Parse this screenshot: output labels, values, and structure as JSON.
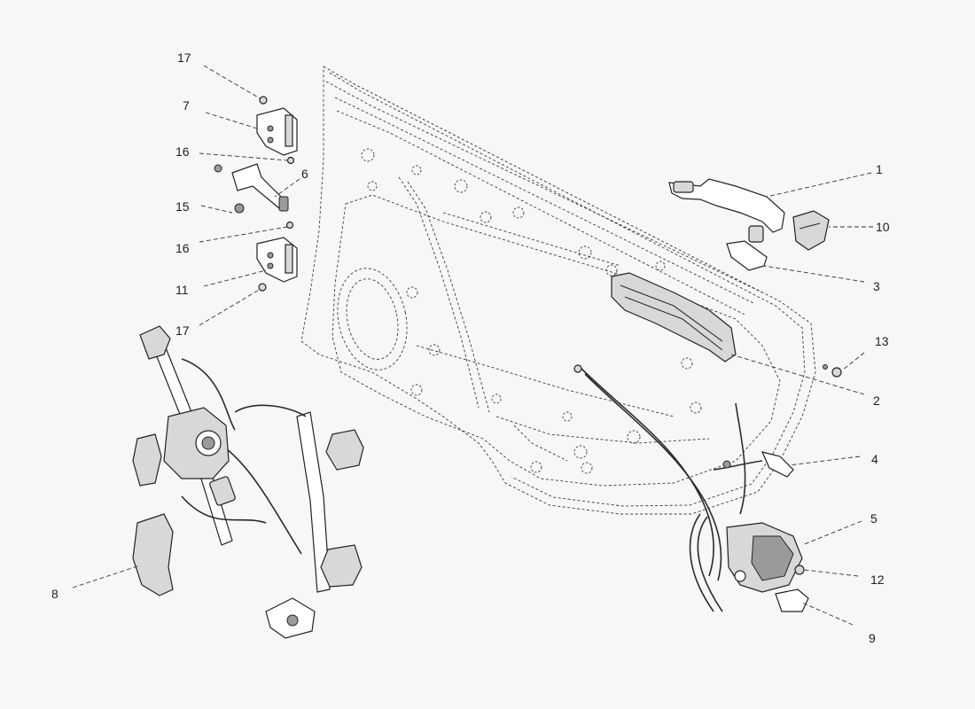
{
  "callouts": [
    {
      "id": "1",
      "text": "1"
    },
    {
      "id": "2",
      "text": "2"
    },
    {
      "id": "3",
      "text": "3"
    },
    {
      "id": "4",
      "text": "4"
    },
    {
      "id": "5",
      "text": "5"
    },
    {
      "id": "6",
      "text": "6"
    },
    {
      "id": "7",
      "text": "7"
    },
    {
      "id": "8",
      "text": "8"
    },
    {
      "id": "9",
      "text": "9"
    },
    {
      "id": "10",
      "text": "10"
    },
    {
      "id": "11",
      "text": "11"
    },
    {
      "id": "12",
      "text": "12"
    },
    {
      "id": "13",
      "text": "13"
    },
    {
      "id": "15",
      "text": "15"
    },
    {
      "id": "16a",
      "text": "16"
    },
    {
      "id": "16b",
      "text": "16"
    },
    {
      "id": "17a",
      "text": "17"
    },
    {
      "id": "17b",
      "text": "17"
    }
  ],
  "colors": {
    "background": "#f7f7f6",
    "line": "#2b2b2b",
    "part_fill": "#ffffff",
    "part_shade": "#d8d8d8"
  }
}
